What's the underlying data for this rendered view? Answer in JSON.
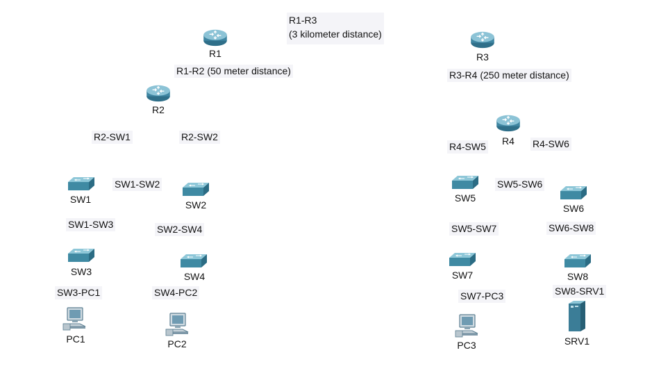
{
  "devices": {
    "r1": "R1",
    "r2": "R2",
    "r3": "R3",
    "r4": "R4",
    "sw1": "SW1",
    "sw2": "SW2",
    "sw3": "SW3",
    "sw4": "SW4",
    "sw5": "SW5",
    "sw6": "SW6",
    "sw7": "SW7",
    "sw8": "SW8",
    "pc1": "PC1",
    "pc2": "PC2",
    "pc3": "PC3",
    "srv1": "SRV1"
  },
  "links": {
    "r1_r3": "R1-R3\n(3 kilometer distance)",
    "r1_r2": "R1-R2 (50 meter distance)",
    "r3_r4": "R3-R4 (250 meter distance)",
    "r2_sw1": "R2-SW1",
    "r2_sw2": "R2-SW2",
    "r4_sw5": "R4-SW5",
    "r4_sw6": "R4-SW6",
    "sw1_sw2": "SW1-SW2",
    "sw1_sw3": "SW1-SW3",
    "sw2_sw4": "SW2-SW4",
    "sw3_pc1": "SW3-PC1",
    "sw4_pc2": "SW4-PC2",
    "sw5_sw6": "SW5-SW6",
    "sw5_sw7": "SW5-SW7",
    "sw6_sw8": "SW6-SW8",
    "sw7_pc3": "SW7-PC3",
    "sw8_srv1": "SW8-SRV1"
  },
  "colors": {
    "router": "#4a8fa8",
    "switch": "#3f8aa3",
    "pc": "#6b93a8",
    "server": "#3b7d97",
    "label_bg": "#f4f4f8"
  }
}
